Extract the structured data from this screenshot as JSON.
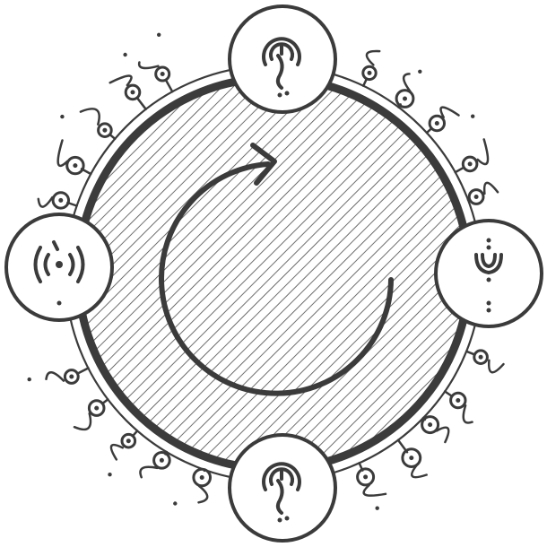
{
  "colors": {
    "ink": "#3b3b3b",
    "paper": "#ffffff",
    "hatch": "#4a4a4a"
  },
  "emblem": {
    "center_icon": "circular-arrow-clockwise-icon",
    "nodes": [
      {
        "position": "top",
        "icon": "question-swirl-glyph-icon"
      },
      {
        "position": "right",
        "icon": "cup-dots-glyph-icon"
      },
      {
        "position": "bottom",
        "icon": "question-swirl-glyph-icon"
      },
      {
        "position": "left",
        "icon": "waves-dot-glyph-icon"
      }
    ]
  }
}
